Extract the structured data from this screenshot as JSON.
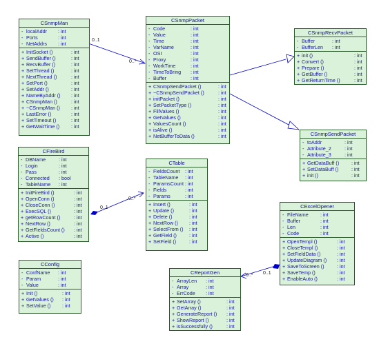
{
  "classes": [
    {
      "id": "csnmpman",
      "title": "CSnmpMan",
      "attributes": [
        {
          "vis": "-",
          "name": "localAddr",
          "type": ": int"
        },
        {
          "vis": "-",
          "name": "Ports",
          "type": ": int"
        },
        {
          "vis": "-",
          "name": "NetAddrs",
          "type": ": int"
        }
      ],
      "operations": [
        {
          "vis": "+",
          "name": "InitSocket ()",
          "type": ": int"
        },
        {
          "vis": "+",
          "name": "SendBuffer ()",
          "type": ": int"
        },
        {
          "vis": "+",
          "name": "RecvBuffer ()",
          "type": ": int"
        },
        {
          "vis": "+",
          "name": "SetThread ()",
          "type": ": int"
        },
        {
          "vis": "+",
          "name": "NextThread ()",
          "type": ": int"
        },
        {
          "vis": "+",
          "name": "SetPort ()",
          "type": ": int"
        },
        {
          "vis": "+",
          "name": "SetAddr ()",
          "type": ": int"
        },
        {
          "vis": "+",
          "name": "NameByAddr ()",
          "type": ": int"
        },
        {
          "vis": "+",
          "name": "CSnmpMan ()",
          "type": ": int"
        },
        {
          "vis": "+",
          "name": "~CSnmpMan ()",
          "type": ": int"
        },
        {
          "vis": "+",
          "name": "LastError ()",
          "type": ": int"
        },
        {
          "vis": "+",
          "name": "SetTimeout ()",
          "type": ": int"
        },
        {
          "vis": "+",
          "name": "GetWaitTime ()",
          "type": ": int"
        }
      ]
    },
    {
      "id": "csnmppacket",
      "title": "CSnmpPacket",
      "attributes": [
        {
          "vis": "-",
          "name": "Code",
          "type": ": int"
        },
        {
          "vis": "-",
          "name": "Value",
          "type": ": int"
        },
        {
          "vis": "-",
          "name": "Time",
          "type": ": int"
        },
        {
          "vis": "-",
          "name": "VarName",
          "type": ": int"
        },
        {
          "vis": "-",
          "name": "OSI",
          "type": ": int"
        },
        {
          "vis": "-",
          "name": "Proxy",
          "type": ": int"
        },
        {
          "vis": "-",
          "name": "WorkTime",
          "type": ": int"
        },
        {
          "vis": "-",
          "name": "TimeToBring",
          "type": ": int"
        },
        {
          "vis": "-",
          "name": "Buffer",
          "type": ": int"
        }
      ],
      "operations": [
        {
          "vis": "+",
          "name": "CSnmpSendPacket ()",
          "type": ": int"
        },
        {
          "vis": "+",
          "name": "~CSnmpSendPacket ()",
          "type": ": int"
        },
        {
          "vis": "+",
          "name": "initPacket ()",
          "type": ": int"
        },
        {
          "vis": "+",
          "name": "SetPacketType ()",
          "type": ": int"
        },
        {
          "vis": "+",
          "name": "FillValues ()",
          "type": ": int"
        },
        {
          "vis": "+",
          "name": "GetValues ()",
          "type": ": int"
        },
        {
          "vis": "+",
          "name": "ValuesCount ()",
          "type": ": int"
        },
        {
          "vis": "+",
          "name": "isAlive ()",
          "type": ": int"
        },
        {
          "vis": "+",
          "name": "NetBufferToData ()",
          "type": ": int"
        }
      ]
    },
    {
      "id": "csnmprecvpacket",
      "title": "CSnmpRecvPacket",
      "attributes": [
        {
          "vis": "-",
          "name": "Buffer",
          "type": ": int"
        },
        {
          "vis": "-",
          "name": "BufferLen",
          "type": ": int"
        }
      ],
      "operations": [
        {
          "vis": "+",
          "name": "init ()",
          "type": ": int"
        },
        {
          "vis": "+",
          "name": "Convert ()",
          "type": ": int"
        },
        {
          "vis": "+",
          "name": "Prepare ()",
          "type": ": int"
        },
        {
          "vis": "+",
          "name": "GetBuffer ()",
          "type": ": int"
        },
        {
          "vis": "+",
          "name": "GetReturnTime ()",
          "type": ": int"
        }
      ]
    },
    {
      "id": "csnmpsendpacket",
      "title": "CSnmpSendPacket",
      "attributes": [
        {
          "vis": "-",
          "name": "toAddr",
          "type": ": int"
        },
        {
          "vis": "-",
          "name": "Attribute_2",
          "type": ": int"
        },
        {
          "vis": "-",
          "name": "Attribute_3",
          "type": ": int"
        }
      ],
      "operations": [
        {
          "vis": "+",
          "name": "GetDataBuff ()",
          "type": ": int"
        },
        {
          "vis": "+",
          "name": "SetDataBuff ()",
          "type": ": int"
        },
        {
          "vis": "+",
          "name": "init ()",
          "type": ": int"
        }
      ]
    },
    {
      "id": "cfirebird",
      "title": "CFireBird",
      "attributes": [
        {
          "vis": "-",
          "name": "DBName",
          "type": ": int"
        },
        {
          "vis": "-",
          "name": "Login",
          "type": ": int"
        },
        {
          "vis": "-",
          "name": "Pass",
          "type": ": int"
        },
        {
          "vis": "-",
          "name": "Connected",
          "type": ": bool"
        },
        {
          "vis": "-",
          "name": "TableName",
          "type": ": int"
        }
      ],
      "operations": [
        {
          "vis": "+",
          "name": "InitFireBird ()",
          "type": ": int"
        },
        {
          "vis": "+",
          "name": "OpenConn ()",
          "type": ": int"
        },
        {
          "vis": "+",
          "name": "CloseConn ()",
          "type": ": int"
        },
        {
          "vis": "+",
          "name": "ExecSQL ()",
          "type": ": int"
        },
        {
          "vis": "+",
          "name": "getRowCount ()",
          "type": ": int"
        },
        {
          "vis": "+",
          "name": "NextRow ()",
          "type": ": int"
        },
        {
          "vis": "+",
          "name": "GetFieldsCount ()",
          "type": ": int"
        },
        {
          "vis": "+",
          "name": "Active ()",
          "type": ": int"
        }
      ]
    },
    {
      "id": "ctable",
      "title": "CTable",
      "attributes": [
        {
          "vis": "-",
          "name": "FieldsCount",
          "type": ": int"
        },
        {
          "vis": "-",
          "name": "TableName",
          "type": ": int"
        },
        {
          "vis": "-",
          "name": "ParamsCount",
          "type": ": int"
        },
        {
          "vis": "-",
          "name": "Fields",
          "type": ": int"
        },
        {
          "vis": "-",
          "name": "Params",
          "type": ": int"
        }
      ],
      "operations": [
        {
          "vis": "+",
          "name": "Insert ()",
          "type": ": int"
        },
        {
          "vis": "+",
          "name": "Update ()",
          "type": ": int"
        },
        {
          "vis": "+",
          "name": "Delete ()",
          "type": ": int"
        },
        {
          "vis": "+",
          "name": "NextRow ()",
          "type": ": int"
        },
        {
          "vis": "+",
          "name": "SelectFrom ()",
          "type": ": int"
        },
        {
          "vis": "+",
          "name": "GetField ()",
          "type": ": int"
        },
        {
          "vis": "+",
          "name": "SetField ()",
          "type": ": int"
        }
      ]
    },
    {
      "id": "cconfig",
      "title": "CConfig",
      "attributes": [
        {
          "vis": "-",
          "name": "ConfName",
          "type": ": int"
        },
        {
          "vis": "-",
          "name": "Param",
          "type": ": int"
        },
        {
          "vis": "-",
          "name": "Value",
          "type": ": int"
        }
      ],
      "operations": [
        {
          "vis": "+",
          "name": "Init ()",
          "type": ": int"
        },
        {
          "vis": "+",
          "name": "GetValues ()",
          "type": ": int"
        },
        {
          "vis": "+",
          "name": "SetValue ()",
          "type": ": int"
        }
      ]
    },
    {
      "id": "cexcelopener",
      "title": "CExcelOpener",
      "attributes": [
        {
          "vis": "-",
          "name": "FileName",
          "type": ": int"
        },
        {
          "vis": "-",
          "name": "Buffer",
          "type": ": int"
        },
        {
          "vis": "-",
          "name": "Len",
          "type": ": int"
        },
        {
          "vis": "-",
          "name": "Code",
          "type": ": int"
        }
      ],
      "operations": [
        {
          "vis": "+",
          "name": "OpenTempl ()",
          "type": ": int"
        },
        {
          "vis": "+",
          "name": "CloseTempl ()",
          "type": ": int"
        },
        {
          "vis": "+",
          "name": "SetFieldData ()",
          "type": ": int"
        },
        {
          "vis": "+",
          "name": "UpdateDiagram ()",
          "type": ": int"
        },
        {
          "vis": "+",
          "name": "SaveToScreen ()",
          "type": ": int"
        },
        {
          "vis": "+",
          "name": "SaveTemp ()",
          "type": ": int"
        },
        {
          "vis": "+",
          "name": "EnableAuto ()",
          "type": ": int"
        }
      ]
    },
    {
      "id": "creportgen",
      "title": "CReportGen",
      "attributes": [
        {
          "vis": "-",
          "name": "ArrayLen",
          "type": ": int"
        },
        {
          "vis": "-",
          "name": "Array",
          "type": ": int"
        },
        {
          "vis": "-",
          "name": "ErrCode",
          "type": ": int"
        }
      ],
      "operations": [
        {
          "vis": "+",
          "name": "SetArray ()",
          "type": ": int"
        },
        {
          "vis": "+",
          "name": "GetArray ()",
          "type": ": int"
        },
        {
          "vis": "+",
          "name": "GenerateReport ()",
          "type": ": int"
        },
        {
          "vis": "+",
          "name": "ShowReport ()",
          "type": ": int"
        },
        {
          "vis": "+",
          "name": "isSuccessfully ()",
          "type": ": int"
        }
      ]
    }
  ],
  "multiplicities": {
    "man_one": "0..1",
    "man_many": "0..*",
    "fb_one": "0..1",
    "fb_many": "0..*",
    "excel_one": "0..1",
    "excel_many": "0..*"
  },
  "colors": {
    "class_fill": "#d9f2d9",
    "class_border": "#2a5a2a",
    "text": "#1a1a99",
    "edge": "#0000cc"
  }
}
